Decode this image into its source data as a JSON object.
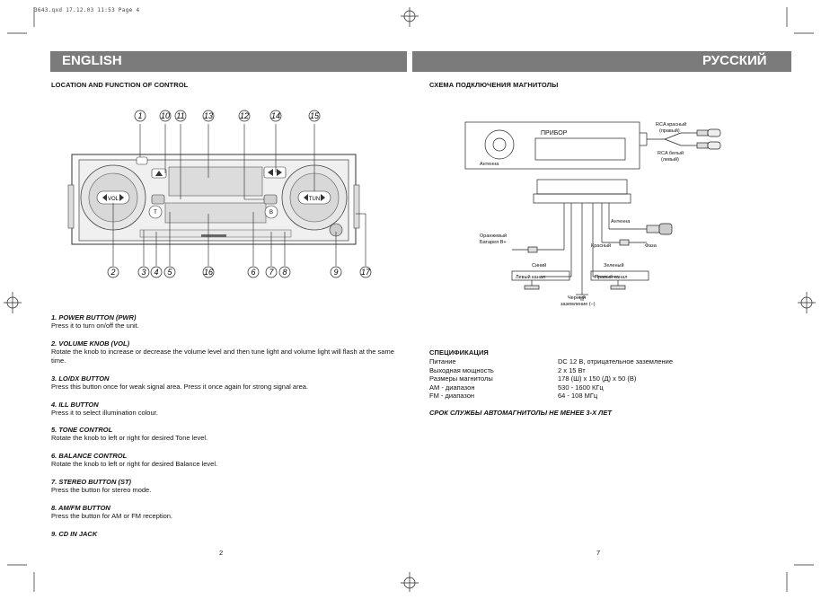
{
  "slug": "3643.qxd   17.12.03   11:53   Page 4",
  "left": {
    "band_title": "ENGLISH",
    "section_title": "LOCATION AND FUNCTION OF CONTROL",
    "diagram": {
      "top_numbers": [
        "1",
        "10",
        "11",
        "13",
        "12",
        "14",
        "15"
      ],
      "bottom_numbers": [
        "2",
        "3",
        "4",
        "5",
        "16",
        "6",
        "7",
        "8",
        "9",
        "17"
      ],
      "vol_label": "VOL",
      "tun_label": "TUN",
      "t_label": "T",
      "b_label": "B"
    },
    "items": [
      {
        "heading": "1. POWER BUTTON (PWR)",
        "text": "Press it to turn on/off the unit."
      },
      {
        "heading": "2. VOLUME KNOB (VOL)",
        "text": "Rotate the knob to increase or decrease the volume level and then tune light and volume light will flash at the same time."
      },
      {
        "heading": "3. LO/DX BUTTON",
        "text": "Press this button once for weak signal area. Press it once again for strong signal area."
      },
      {
        "heading": "4. ILL BUTTON",
        "text": "Press it to select illumination colour."
      },
      {
        "heading": "5. TONE CONTROL",
        "text": "Rotate the knob to left or right for desired Tone level."
      },
      {
        "heading": "6. BALANCE CONTROL",
        "text": "Rotate the knob to left or right for desired Balance level."
      },
      {
        "heading": "7. STEREO BUTTON (ST)",
        "text": "Press the button for stereo mode."
      },
      {
        "heading": "8. AM/FM BUTTON",
        "text": "Press the button for AM or FM reception."
      },
      {
        "heading": "9. CD IN JACK",
        "text": ""
      }
    ],
    "page_number": "2"
  },
  "right": {
    "band_title": "РУССКИЙ",
    "section_title": "СХЕМА ПОДКЛЮЧЕНИЯ МАГНИТОЛЫ",
    "wiring": {
      "device": "ПРИБОР",
      "antenna_label": "Антенна",
      "rca_red": "RCA красный",
      "rca_red_side": "(правый)",
      "rca_white": "RCA белый",
      "rca_white_side": "(левый)",
      "orange_1": "Оранжевый",
      "orange_2": "Батарея B+",
      "antenna_right": "Антенна",
      "red": "Красный",
      "phase": "Фаза",
      "blue": "Синий",
      "green": "Зеленый",
      "left_channel": "Левый канал",
      "right_channel": "Правый канал",
      "black_1": "Черный",
      "black_2": "заземление (–)"
    },
    "spec_title": "СПЕЦИФИКАЦИЯ",
    "specs": [
      {
        "label": "Питание",
        "value": "DC 12 В, отрицательное заземление"
      },
      {
        "label": "Выходная мощность",
        "value": "2 x 15 Вт"
      },
      {
        "label": "Размеры магнитолы",
        "value": "178 (Ш) x 150 (Д) x 50 (В)"
      },
      {
        "label": "AM - диапазон",
        "value": "530 - 1600 КГц"
      },
      {
        "label": "FM - диапазон",
        "value": "64 - 108 МГц"
      }
    ],
    "lifetime": "СРОК СЛУЖБЫ АВТОМАГНИТОЛЫ НЕ МЕНЕЕ 3-Х ЛЕТ",
    "page_number": "7"
  }
}
